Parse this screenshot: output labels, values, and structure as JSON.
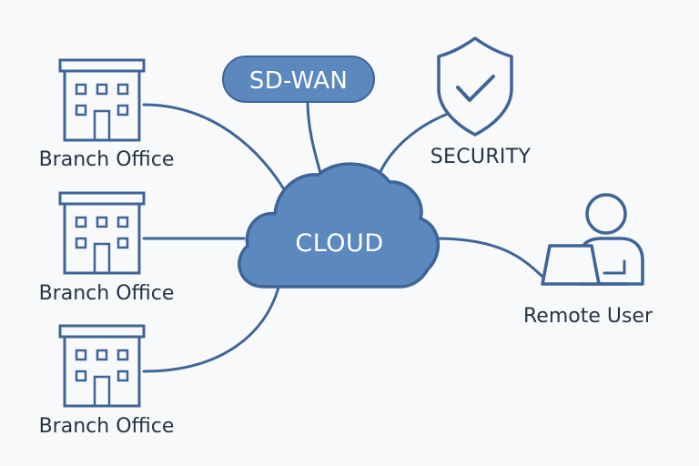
{
  "hub": {
    "label": "CLOUD",
    "icon": "cloud-icon"
  },
  "branches": [
    {
      "label": "Branch Office",
      "icon": "office-building-icon"
    },
    {
      "label": "Branch Office",
      "icon": "office-building-icon"
    },
    {
      "label": "Branch Office",
      "icon": "office-building-icon"
    }
  ],
  "sdwan": {
    "label": "SD-WAN"
  },
  "security": {
    "label": "SECURITY",
    "icon": "shield-check-icon"
  },
  "remote_user": {
    "label": "Remote User",
    "icon": "person-laptop-icon"
  },
  "colors": {
    "stroke": "#3f6496",
    "fill": "#5b88bf",
    "background": "#f8f9fb",
    "text": "#243346"
  }
}
